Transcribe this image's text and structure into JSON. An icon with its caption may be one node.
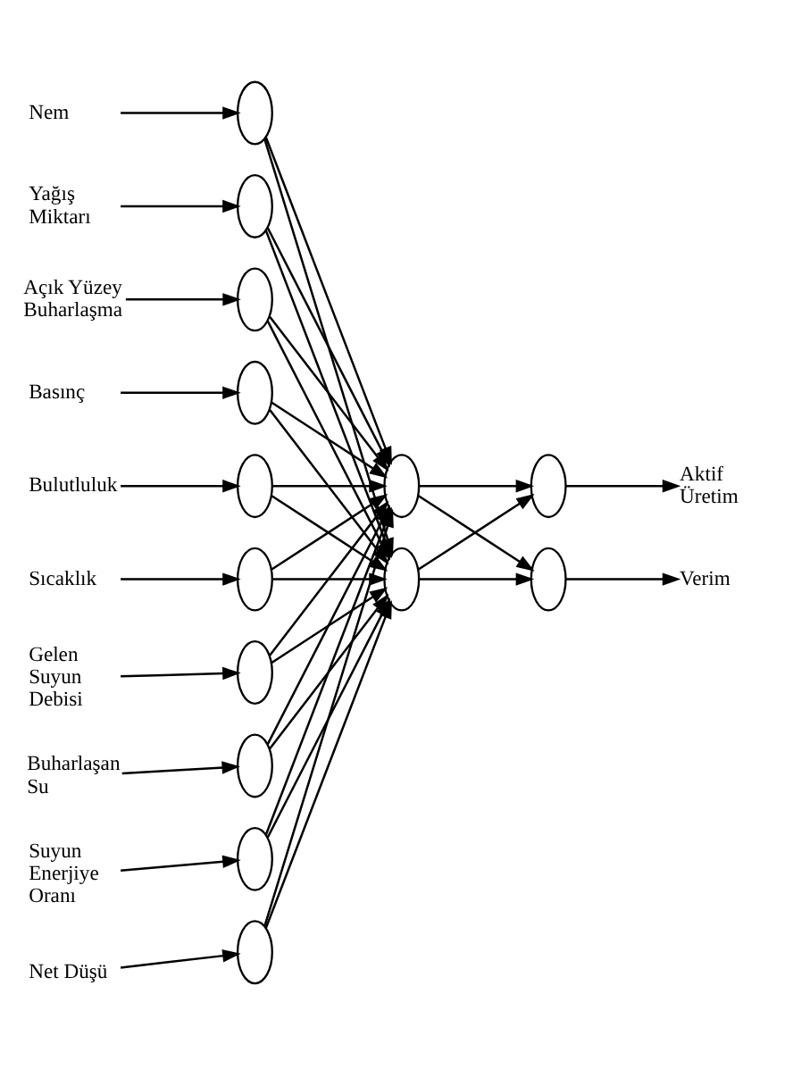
{
  "diagram": {
    "nodes": [
      {
        "text": [
          "Nem"
        ]
      },
      {
        "text": [
          "Yağış Miktarı"
        ]
      },
      {
        "text": [
          "Açık Yüzey Buharlaşma"
        ]
      },
      {
        "text": [
          "Basınç"
        ]
      },
      {
        "text": [
          "Bulutluluk"
        ]
      },
      {
        "text": [
          "Sıcaklık"
        ]
      },
      {
        "text": [
          "Gelen Suyun Debisi"
        ]
      },
      {
        "text": [
          "Buharlaşan Su"
        ]
      },
      {
        "text": [
          "Suyun Enerjiye Oranı"
        ]
      },
      {
        "text": [
          "Net Düşü"
        ]
      },
      {
        "text": [],
        "shape": "ellipse"
      },
      {
        "text": [],
        "shape": "ellipse"
      },
      {
        "text": [],
        "shape": "ellipse"
      },
      {
        "text": [],
        "shape": "ellipse"
      },
      {
        "text": [],
        "shape": "ellipse"
      },
      {
        "text": [],
        "shape": "ellipse"
      },
      {
        "text": [],
        "shape": "ellipse"
      },
      {
        "text": [],
        "shape": "ellipse"
      },
      {
        "text": [],
        "shape": "ellipse"
      },
      {
        "text": [],
        "shape": "ellipse"
      },
      {
        "text": [],
        "shape": "ellipse"
      },
      {
        "text": [],
        "shape": "ellipse"
      },
      {
        "text": [],
        "shape": "ellipse"
      },
      {
        "text": [],
        "shape": "ellipse"
      },
      {
        "text": [
          "Aktif Üretim"
        ]
      },
      {
        "text": [
          "Verim"
        ]
      }
    ],
    "edges": [
      {
        "from": 0,
        "to": 10,
        "arrow": "to"
      },
      {
        "from": 1,
        "to": 11,
        "arrow": "to"
      },
      {
        "from": 2,
        "to": 12,
        "arrow": "to"
      },
      {
        "from": 3,
        "to": 13,
        "arrow": "to"
      },
      {
        "from": 4,
        "to": 14,
        "arrow": "to"
      },
      {
        "from": 5,
        "to": 15,
        "arrow": "to"
      },
      {
        "from": 6,
        "to": 16,
        "arrow": "to"
      },
      {
        "from": 7,
        "to": 17,
        "arrow": "to"
      },
      {
        "from": 8,
        "to": 18,
        "arrow": "to"
      },
      {
        "from": 9,
        "to": 19,
        "arrow": "to"
      },
      {
        "from": 10,
        "to": 20,
        "arrow": "to"
      },
      {
        "from": 10,
        "to": 21,
        "arrow": "to"
      },
      {
        "from": 11,
        "to": 20,
        "arrow": "to"
      },
      {
        "from": 11,
        "to": 21,
        "arrow": "to"
      },
      {
        "from": 12,
        "to": 20,
        "arrow": "to"
      },
      {
        "from": 12,
        "to": 21,
        "arrow": "to"
      },
      {
        "from": 13,
        "to": 20,
        "arrow": "to"
      },
      {
        "from": 13,
        "to": 21,
        "arrow": "to"
      },
      {
        "from": 14,
        "to": 20,
        "arrow": "to"
      },
      {
        "from": 14,
        "to": 21,
        "arrow": "to"
      },
      {
        "from": 15,
        "to": 20,
        "arrow": "to"
      },
      {
        "from": 15,
        "to": 21,
        "arrow": "to"
      },
      {
        "from": 16,
        "to": 20,
        "arrow": "to"
      },
      {
        "from": 16,
        "to": 21,
        "arrow": "to"
      },
      {
        "from": 17,
        "to": 20,
        "arrow": "to"
      },
      {
        "from": 17,
        "to": 21,
        "arrow": "to"
      },
      {
        "from": 18,
        "to": 20,
        "arrow": "to"
      },
      {
        "from": 18,
        "to": 21,
        "arrow": "to"
      },
      {
        "from": 19,
        "to": 20,
        "arrow": "to"
      },
      {
        "from": 19,
        "to": 21,
        "arrow": "to"
      },
      {
        "from": 20,
        "to": 22,
        "arrow": "to"
      },
      {
        "from": 20,
        "to": 23,
        "arrow": "to"
      },
      {
        "from": 21,
        "to": 22,
        "arrow": "to"
      },
      {
        "from": 21,
        "to": 23,
        "arrow": "to"
      },
      {
        "from": 22,
        "to": 24,
        "arrow": "to"
      },
      {
        "from": 23,
        "to": 25,
        "arrow": "to"
      }
    ]
  }
}
